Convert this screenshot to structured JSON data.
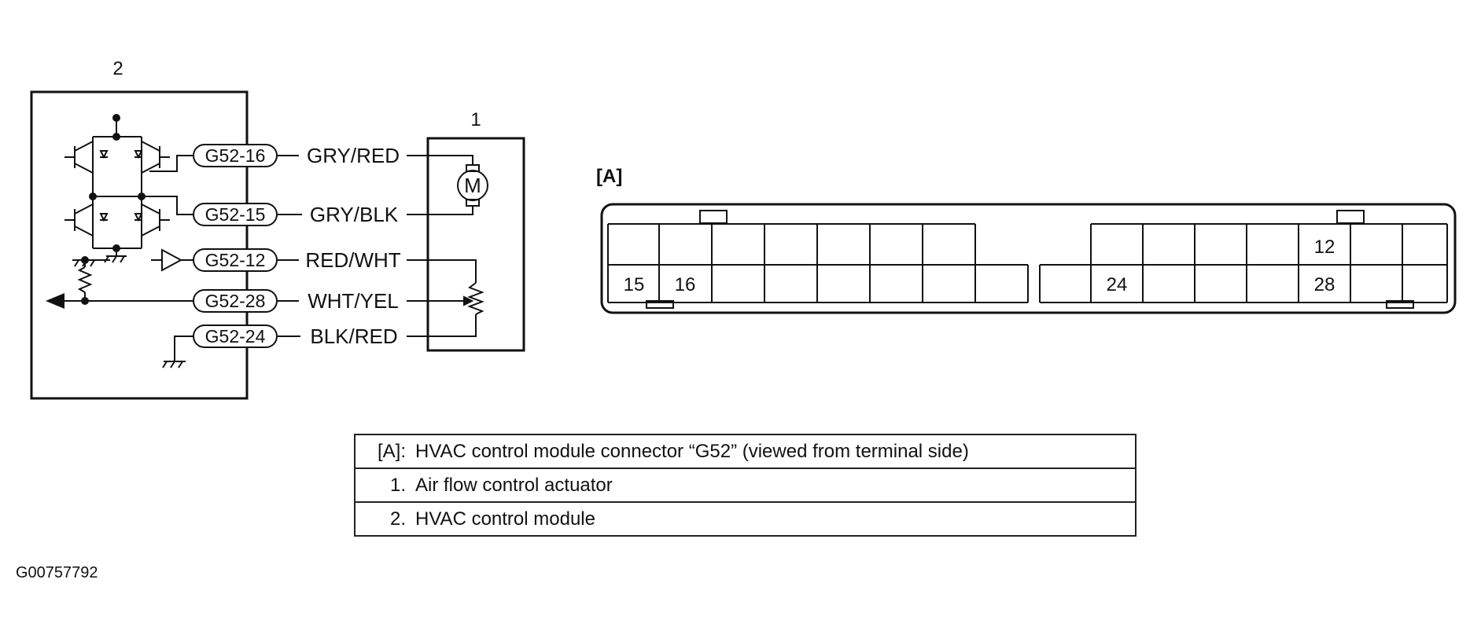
{
  "labels": {
    "module_number": "2",
    "actuator_number": "1",
    "connector_tag": "[A]",
    "motor_symbol": "M"
  },
  "wires": [
    {
      "terminal": "G52-16",
      "color": "GRY/RED"
    },
    {
      "terminal": "G52-15",
      "color": "GRY/BLK"
    },
    {
      "terminal": "G52-12",
      "color": "RED/WHT"
    },
    {
      "terminal": "G52-28",
      "color": "WHT/YEL"
    },
    {
      "terminal": "G52-24",
      "color": "BLK/RED"
    }
  ],
  "connector": {
    "top_row_labels": [
      "12"
    ],
    "bottom_left_labels": [
      "15",
      "16"
    ],
    "bottom_right_labels": [
      "24",
      "28"
    ]
  },
  "legend": [
    {
      "key": "[A]:",
      "text": "HVAC control module connector “G52” (viewed from terminal side)"
    },
    {
      "key": "1.",
      "text": "Air flow control actuator"
    },
    {
      "key": "2.",
      "text": "HVAC control module"
    }
  ],
  "figure_id": "G00757792"
}
